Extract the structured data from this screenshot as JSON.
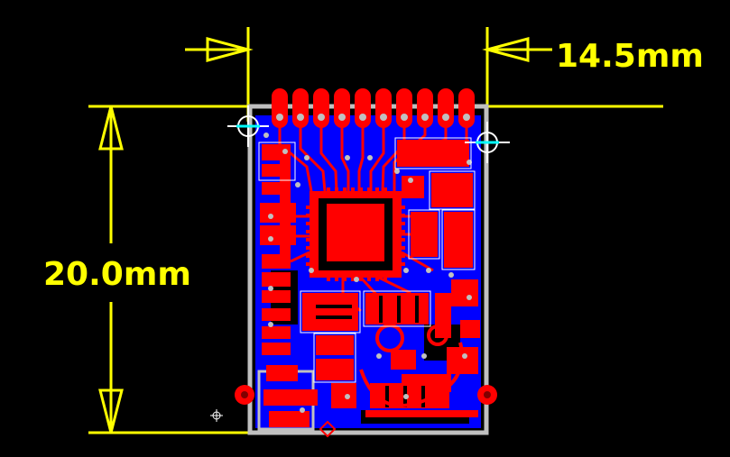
{
  "dimensions": {
    "width_label": "14.5mm",
    "height_label": "20.0mm"
  },
  "board": {
    "pin_count_top": 10,
    "colors": {
      "background": "#000000",
      "dimension": "#ffff00",
      "copper_top": "#ff0000",
      "copper_bottom": "#0000ff",
      "outline": "#c0c0c0",
      "silkscreen": "#ffffff",
      "via": "#c0c0c0",
      "marker": "#00ffff"
    }
  }
}
